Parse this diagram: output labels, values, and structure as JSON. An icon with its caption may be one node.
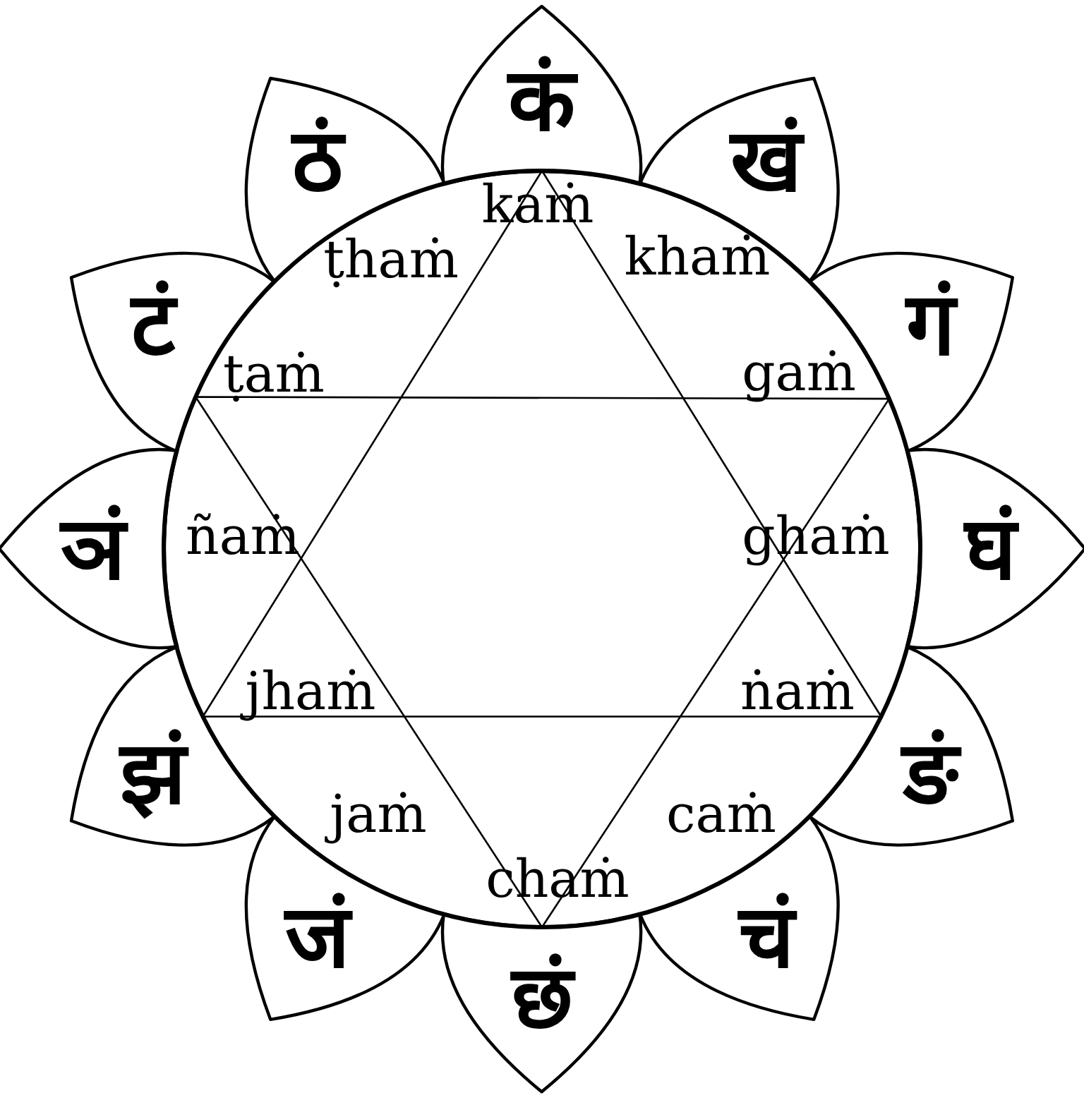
{
  "diagram": {
    "nodes": [
      {
        "text": [
          "कं"
        ],
        "beside": [
          "kaṁ"
        ]
      },
      {
        "text": [
          "खं"
        ],
        "beside": [
          "khaṁ"
        ]
      },
      {
        "text": [
          "गं"
        ],
        "beside": [
          "gaṁ"
        ]
      },
      {
        "text": [
          "घं"
        ],
        "beside": [
          "ghaṁ"
        ]
      },
      {
        "text": [
          "ङं"
        ],
        "beside": [
          "ṅaṁ"
        ]
      },
      {
        "text": [
          "चं"
        ],
        "beside": [
          "caṁ"
        ]
      },
      {
        "text": [
          "छं"
        ],
        "beside": [
          "chaṁ"
        ]
      },
      {
        "text": [
          "जं"
        ],
        "beside": [
          "jaṁ"
        ]
      },
      {
        "text": [
          "झं"
        ],
        "beside": [
          "jhaṁ"
        ]
      },
      {
        "text": [
          "ञं"
        ],
        "beside": [
          "ñaṁ"
        ]
      },
      {
        "text": [
          "टं"
        ],
        "beside": [
          "ṭaṁ"
        ]
      },
      {
        "text": [
          "ठं"
        ],
        "beside": [
          "ṭhaṁ"
        ]
      }
    ]
  }
}
